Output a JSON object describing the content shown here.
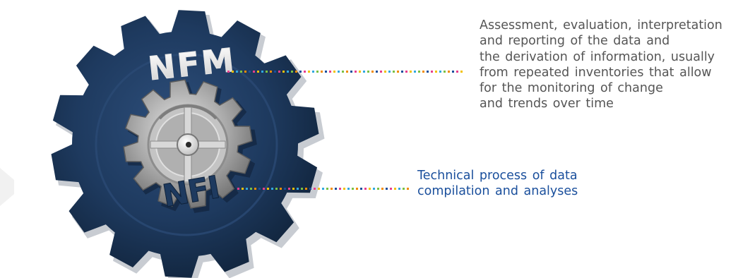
{
  "gear_outer": {
    "label": "NFM",
    "icon": "gear-icon",
    "color": "#1e3a5f",
    "description_lines": [
      "Assessment, evaluation, interpretation",
      "and reporting of the data and",
      "the derivation of information, usually",
      "from repeated inventories that allow",
      "for the monitoring of change",
      "and trends over time"
    ],
    "description_color": "#555555"
  },
  "gear_inner": {
    "label": "NFI",
    "icon": "gear-icon",
    "color": "#8a8a8a",
    "description_lines": [
      "Technical process of data",
      "compilation and analyses"
    ],
    "description_color": "#1a4f9c"
  },
  "connector_colors": [
    "#e83e8c",
    "#f2c200",
    "#2fa8e0",
    "#7ac143",
    "#f28c00",
    "#1a4f9c"
  ]
}
